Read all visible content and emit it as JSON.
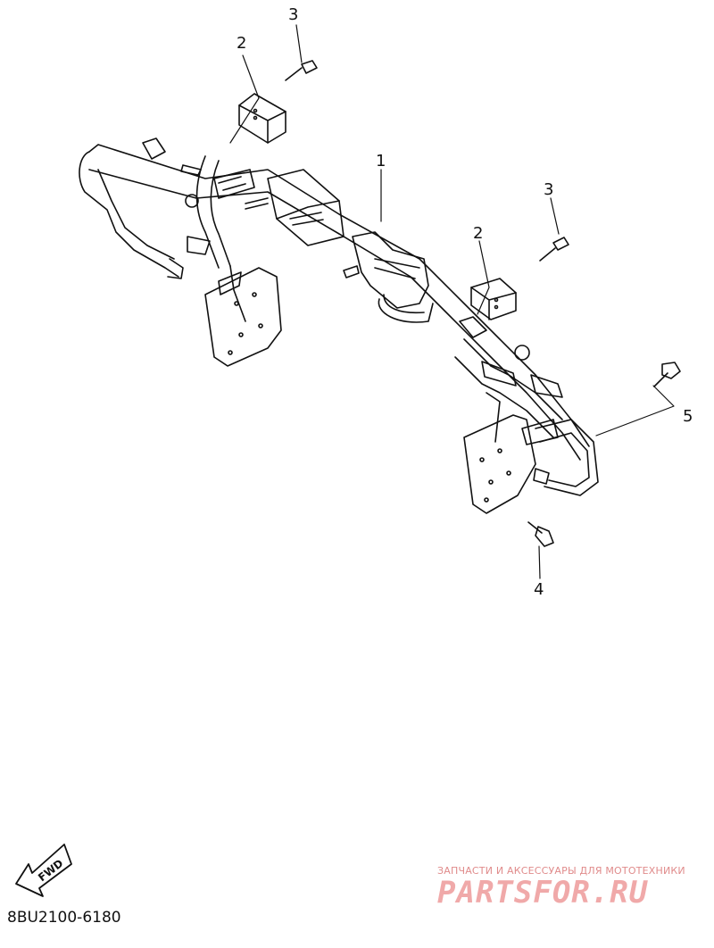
{
  "callouts": [
    {
      "id": "frame",
      "label": "1"
    },
    {
      "id": "damper-left",
      "label": "2"
    },
    {
      "id": "damper-right",
      "label": "2"
    },
    {
      "id": "screw-left",
      "label": "3"
    },
    {
      "id": "screw-right",
      "label": "3"
    },
    {
      "id": "bolt-bottom",
      "label": "4"
    },
    {
      "id": "bolt-right",
      "label": "5"
    }
  ],
  "direction_marker": "FWD",
  "drawing_code": "8BU2100-6180",
  "watermark": {
    "tagline": "ЗАПЧАСТИ И АКСЕССУАРЫ ДЛЯ МОТОТЕХНИКИ",
    "logo": "PARTSFOR.RU"
  }
}
